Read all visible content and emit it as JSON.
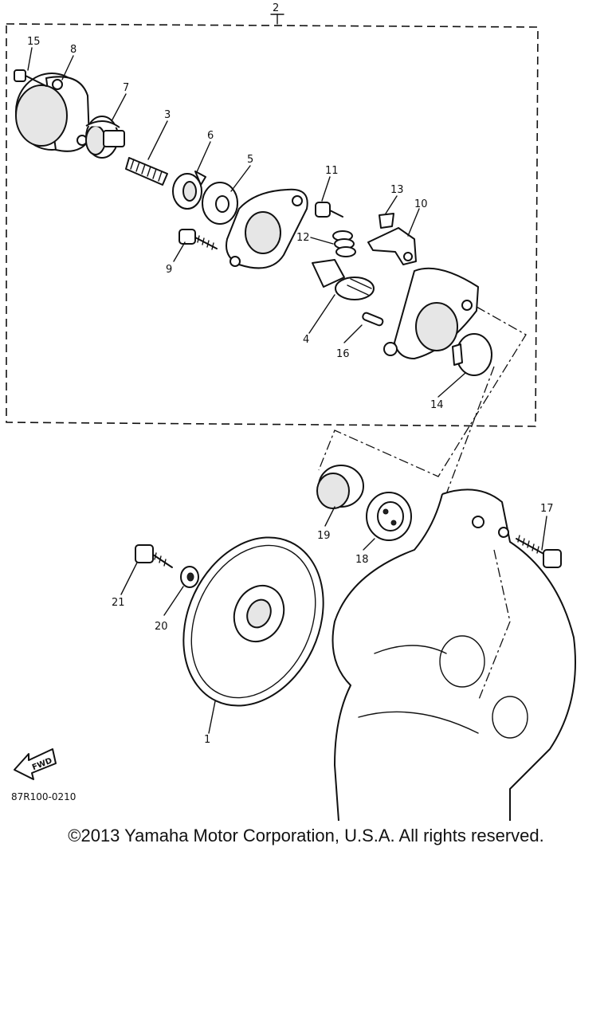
{
  "diagram": {
    "assembly_callout": "2",
    "callouts": {
      "p1": "1",
      "p2": "2",
      "p3": "3",
      "p4": "4",
      "p5": "5",
      "p6": "6",
      "p7": "7",
      "p8": "8",
      "p9": "9",
      "p10": "10",
      "p11": "11",
      "p12": "12",
      "p13": "13",
      "p14": "14",
      "p15": "15",
      "p16": "16",
      "p17": "17",
      "p18": "18",
      "p19": "19",
      "p20": "20",
      "p21": "21"
    },
    "fwd_label": "FWD",
    "diagram_code": "87R100-0210"
  },
  "footer": {
    "copyright": "©2013 Yamaha Motor Corporation, U.S.A. All rights reserved."
  }
}
